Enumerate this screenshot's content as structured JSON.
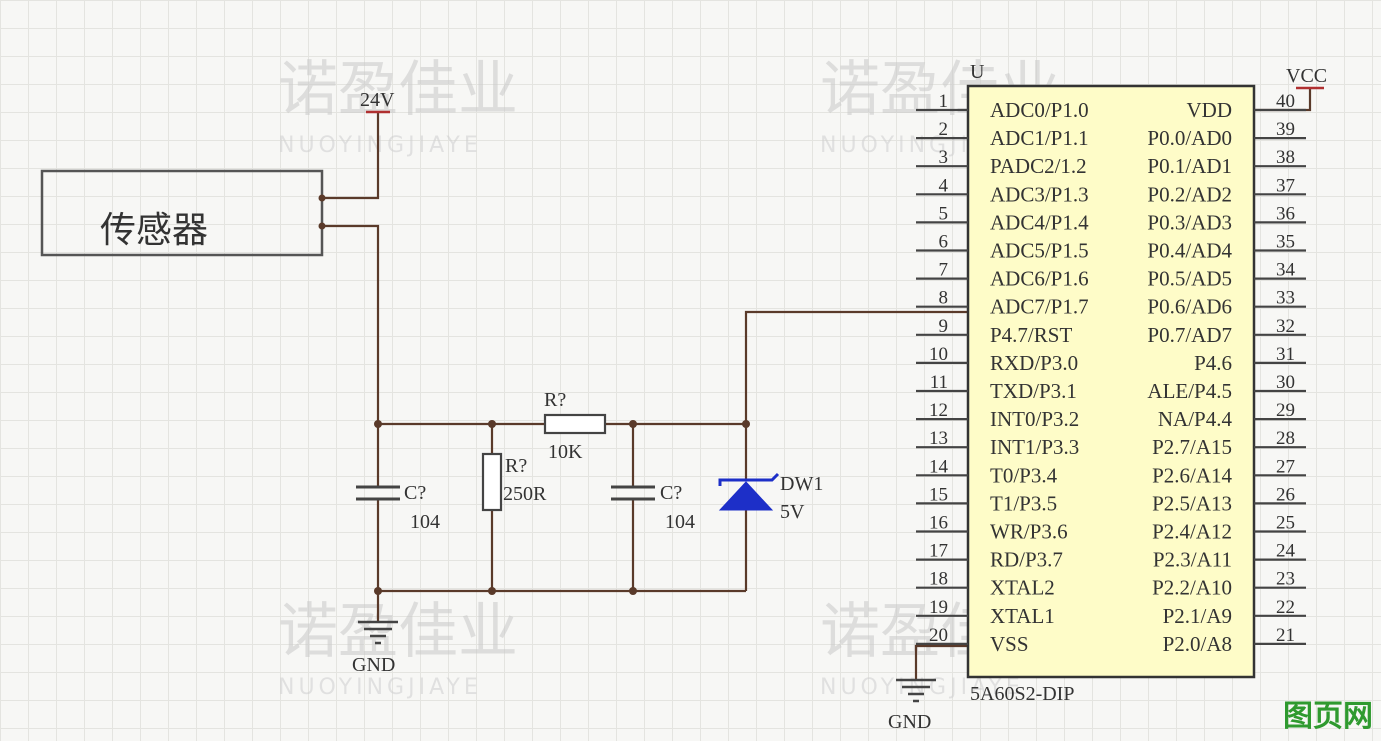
{
  "watermark": {
    "text": "诺盈佳业",
    "sub": "NUOYINGJIAYE"
  },
  "sensor": {
    "label": "传感器"
  },
  "power": {
    "sensor_supply": "24V",
    "mcu_supply": "VCC"
  },
  "ground": {
    "label": "GND"
  },
  "components": {
    "r_series": {
      "ref": "R?",
      "value": "10K"
    },
    "r_shunt": {
      "ref": "R?",
      "value": "250R"
    },
    "c_left": {
      "ref": "C?",
      "value": "104"
    },
    "c_right": {
      "ref": "C?",
      "value": "104"
    },
    "zener": {
      "ref": "DW1",
      "value": "5V"
    }
  },
  "mcu": {
    "ref": "U",
    "part": "5A60S2-DIP",
    "left_pins": [
      {
        "no": "1",
        "label": "ADC0/P1.0"
      },
      {
        "no": "2",
        "label": "ADC1/P1.1"
      },
      {
        "no": "3",
        "label": "PADC2/1.2"
      },
      {
        "no": "4",
        "label": "ADC3/P1.3"
      },
      {
        "no": "5",
        "label": "ADC4/P1.4"
      },
      {
        "no": "6",
        "label": "ADC5/P1.5"
      },
      {
        "no": "7",
        "label": "ADC6/P1.6"
      },
      {
        "no": "8",
        "label": "ADC7/P1.7"
      },
      {
        "no": "9",
        "label": "P4.7/RST"
      },
      {
        "no": "10",
        "label": "RXD/P3.0"
      },
      {
        "no": "11",
        "label": "TXD/P3.1"
      },
      {
        "no": "12",
        "label": "INT0/P3.2"
      },
      {
        "no": "13",
        "label": "INT1/P3.3"
      },
      {
        "no": "14",
        "label": "T0/P3.4"
      },
      {
        "no": "15",
        "label": "T1/P3.5"
      },
      {
        "no": "16",
        "label": "WR/P3.6"
      },
      {
        "no": "17",
        "label": "RD/P3.7"
      },
      {
        "no": "18",
        "label": "XTAL2"
      },
      {
        "no": "19",
        "label": "XTAL1"
      },
      {
        "no": "20",
        "label": "VSS"
      }
    ],
    "right_pins": [
      {
        "no": "40",
        "label": "VDD"
      },
      {
        "no": "39",
        "label": "P0.0/AD0"
      },
      {
        "no": "38",
        "label": "P0.1/AD1"
      },
      {
        "no": "37",
        "label": "P0.2/AD2"
      },
      {
        "no": "36",
        "label": "P0.3/AD3"
      },
      {
        "no": "35",
        "label": "P0.4/AD4"
      },
      {
        "no": "34",
        "label": "P0.5/AD5"
      },
      {
        "no": "33",
        "label": "P0.6/AD6"
      },
      {
        "no": "32",
        "label": "P0.7/AD7"
      },
      {
        "no": "31",
        "label": "P4.6"
      },
      {
        "no": "30",
        "label": "ALE/P4.5"
      },
      {
        "no": "29",
        "label": "NA/P4.4"
      },
      {
        "no": "28",
        "label": "P2.7/A15"
      },
      {
        "no": "27",
        "label": "P2.6/A14"
      },
      {
        "no": "26",
        "label": "P2.5/A13"
      },
      {
        "no": "25",
        "label": "P2.4/A12"
      },
      {
        "no": "24",
        "label": "P2.3/A11"
      },
      {
        "no": "23",
        "label": "P2.2/A10"
      },
      {
        "no": "22",
        "label": "P2.1/A9"
      },
      {
        "no": "21",
        "label": "P2.0/A8"
      }
    ]
  },
  "corner_logo": "图页网"
}
